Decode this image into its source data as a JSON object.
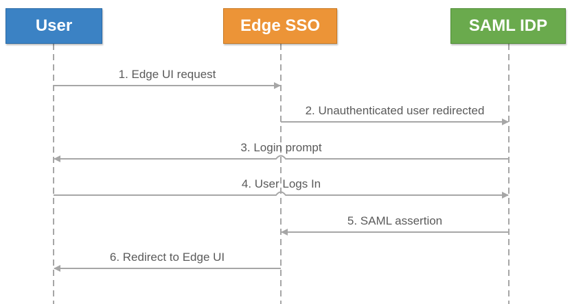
{
  "actors": [
    {
      "id": "user",
      "label": "User",
      "fill": "#3b82c4",
      "border": "#2a6aa6"
    },
    {
      "id": "edge",
      "label": "Edge SSO",
      "fill": "#ec9437",
      "border": "#c77822"
    },
    {
      "id": "idp",
      "label": "SAML IDP",
      "fill": "#6aaa4d",
      "border": "#4f8d35"
    }
  ],
  "messages": [
    {
      "label": "1. Edge UI request",
      "from": "user",
      "to": "edge"
    },
    {
      "label": "2. Unauthenticated user redirected",
      "from": "edge",
      "to": "idp"
    },
    {
      "label": "3. Login prompt",
      "from": "idp",
      "to": "user"
    },
    {
      "label": "4. User Logs In",
      "from": "user",
      "to": "idp"
    },
    {
      "label": "5. SAML assertion",
      "from": "idp",
      "to": "edge"
    },
    {
      "label": "6. Redirect to Edge UI",
      "from": "edge",
      "to": "user"
    }
  ],
  "colors": {
    "line": "#a6a6a6",
    "text": "#5a5a5a"
  }
}
